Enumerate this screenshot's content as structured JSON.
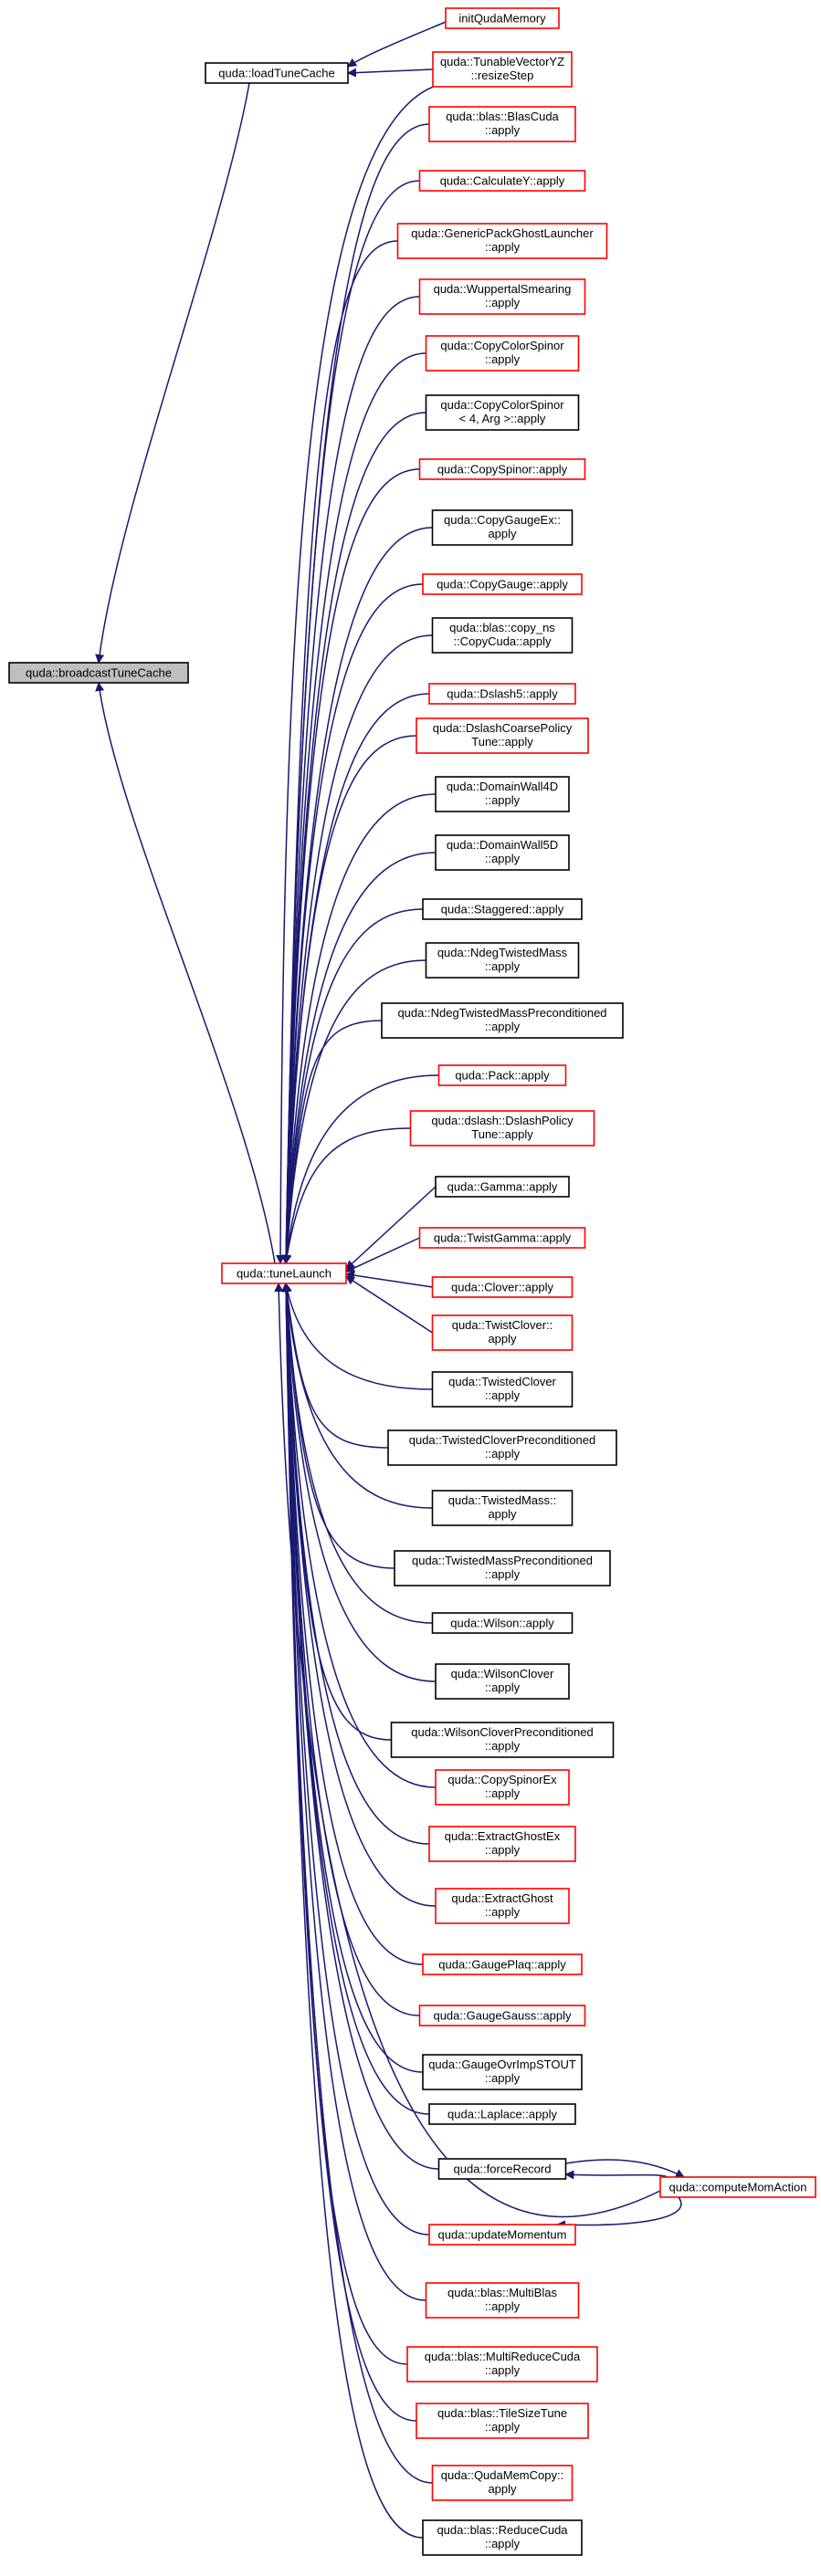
{
  "colors": {
    "edge": "#191970",
    "border_black": "#000000",
    "border_red": "#ff0000",
    "highlight_fill": "#bfbfbf",
    "node_fill": "#ffffff"
  },
  "nodes": {
    "broadcast": {
      "lines": [
        "quda::broadcastTuneCache"
      ],
      "border": "black",
      "highlight": true
    },
    "loadTuneCache": {
      "lines": [
        "quda::loadTuneCache"
      ],
      "border": "black"
    },
    "tuneLaunch": {
      "lines": [
        "quda::tuneLaunch"
      ],
      "border": "red"
    },
    "initQudaMemory": {
      "lines": [
        "initQudaMemory"
      ],
      "border": "red"
    },
    "resizeStep": {
      "lines": [
        "quda::TunableVectorYZ",
        "::resizeStep"
      ],
      "border": "red"
    },
    "computeMomAction": {
      "lines": [
        "quda::computeMomAction"
      ],
      "border": "red"
    },
    "callers": [
      {
        "lines": [
          "quda::blas::BlasCuda",
          "::apply"
        ],
        "border": "red"
      },
      {
        "lines": [
          "quda::CalculateY::apply"
        ],
        "border": "red"
      },
      {
        "lines": [
          "quda::GenericPackGhostLauncher",
          "::apply"
        ],
        "border": "red"
      },
      {
        "lines": [
          "quda::WuppertalSmearing",
          "::apply"
        ],
        "border": "red"
      },
      {
        "lines": [
          "quda::CopyColorSpinor",
          "::apply"
        ],
        "border": "red"
      },
      {
        "lines": [
          "quda::CopyColorSpinor",
          "< 4, Arg >::apply"
        ],
        "border": "black"
      },
      {
        "lines": [
          "quda::CopySpinor::apply"
        ],
        "border": "red"
      },
      {
        "lines": [
          "quda::CopyGaugeEx::",
          "apply"
        ],
        "border": "black"
      },
      {
        "lines": [
          "quda::CopyGauge::apply"
        ],
        "border": "red"
      },
      {
        "lines": [
          "quda::blas::copy_ns",
          "::CopyCuda::apply"
        ],
        "border": "black"
      },
      {
        "lines": [
          "quda::Dslash5::apply"
        ],
        "border": "red"
      },
      {
        "lines": [
          "quda::DslashCoarsePolicy",
          "Tune::apply"
        ],
        "border": "red"
      },
      {
        "lines": [
          "quda::DomainWall4D",
          "::apply"
        ],
        "border": "black"
      },
      {
        "lines": [
          "quda::DomainWall5D",
          "::apply"
        ],
        "border": "black"
      },
      {
        "lines": [
          "quda::Staggered::apply"
        ],
        "border": "black"
      },
      {
        "lines": [
          "quda::NdegTwistedMass",
          "::apply"
        ],
        "border": "black"
      },
      {
        "lines": [
          "quda::NdegTwistedMassPreconditioned",
          "::apply"
        ],
        "border": "black"
      },
      {
        "lines": [
          "quda::Pack::apply"
        ],
        "border": "red"
      },
      {
        "lines": [
          "quda::dslash::DslashPolicy",
          "Tune::apply"
        ],
        "border": "red"
      },
      {
        "lines": [
          "quda::Gamma::apply"
        ],
        "border": "black"
      },
      {
        "lines": [
          "quda::TwistGamma::apply"
        ],
        "border": "red"
      },
      {
        "lines": [
          "quda::Clover::apply"
        ],
        "border": "red"
      },
      {
        "lines": [
          "quda::TwistClover::",
          "apply"
        ],
        "border": "red"
      },
      {
        "lines": [
          "quda::TwistedClover",
          "::apply"
        ],
        "border": "black"
      },
      {
        "lines": [
          "quda::TwistedCloverPreconditioned",
          "::apply"
        ],
        "border": "black"
      },
      {
        "lines": [
          "quda::TwistedMass::",
          "apply"
        ],
        "border": "black"
      },
      {
        "lines": [
          "quda::TwistedMassPreconditioned",
          "::apply"
        ],
        "border": "black"
      },
      {
        "lines": [
          "quda::Wilson::apply"
        ],
        "border": "black"
      },
      {
        "lines": [
          "quda::WilsonClover",
          "::apply"
        ],
        "border": "black"
      },
      {
        "lines": [
          "quda::WilsonCloverPreconditioned",
          "::apply"
        ],
        "border": "black"
      },
      {
        "lines": [
          "quda::CopySpinorEx",
          "::apply"
        ],
        "border": "red"
      },
      {
        "lines": [
          "quda::ExtractGhostEx",
          "::apply"
        ],
        "border": "red"
      },
      {
        "lines": [
          "quda::ExtractGhost",
          "::apply"
        ],
        "border": "red"
      },
      {
        "lines": [
          "quda::GaugePlaq::apply"
        ],
        "border": "red"
      },
      {
        "lines": [
          "quda::GaugeGauss::apply"
        ],
        "border": "red"
      },
      {
        "lines": [
          "quda::GaugeOvrImpSTOUT",
          "::apply"
        ],
        "border": "black"
      },
      {
        "lines": [
          "quda::Laplace::apply"
        ],
        "border": "black"
      },
      {
        "lines": [
          "quda::forceRecord"
        ],
        "border": "black"
      },
      {
        "lines": [
          "quda::updateMomentum"
        ],
        "border": "red"
      },
      {
        "lines": [
          "quda::blas::MultiBlas",
          "::apply"
        ],
        "border": "red"
      },
      {
        "lines": [
          "quda::blas::MultiReduceCuda",
          "::apply"
        ],
        "border": "red"
      },
      {
        "lines": [
          "quda::blas::TileSizeTune",
          "::apply"
        ],
        "border": "red"
      },
      {
        "lines": [
          "quda::QudaMemCopy::",
          "apply"
        ],
        "border": "red"
      },
      {
        "lines": [
          "quda::blas::ReduceCuda",
          "::apply"
        ],
        "border": "black"
      }
    ]
  }
}
